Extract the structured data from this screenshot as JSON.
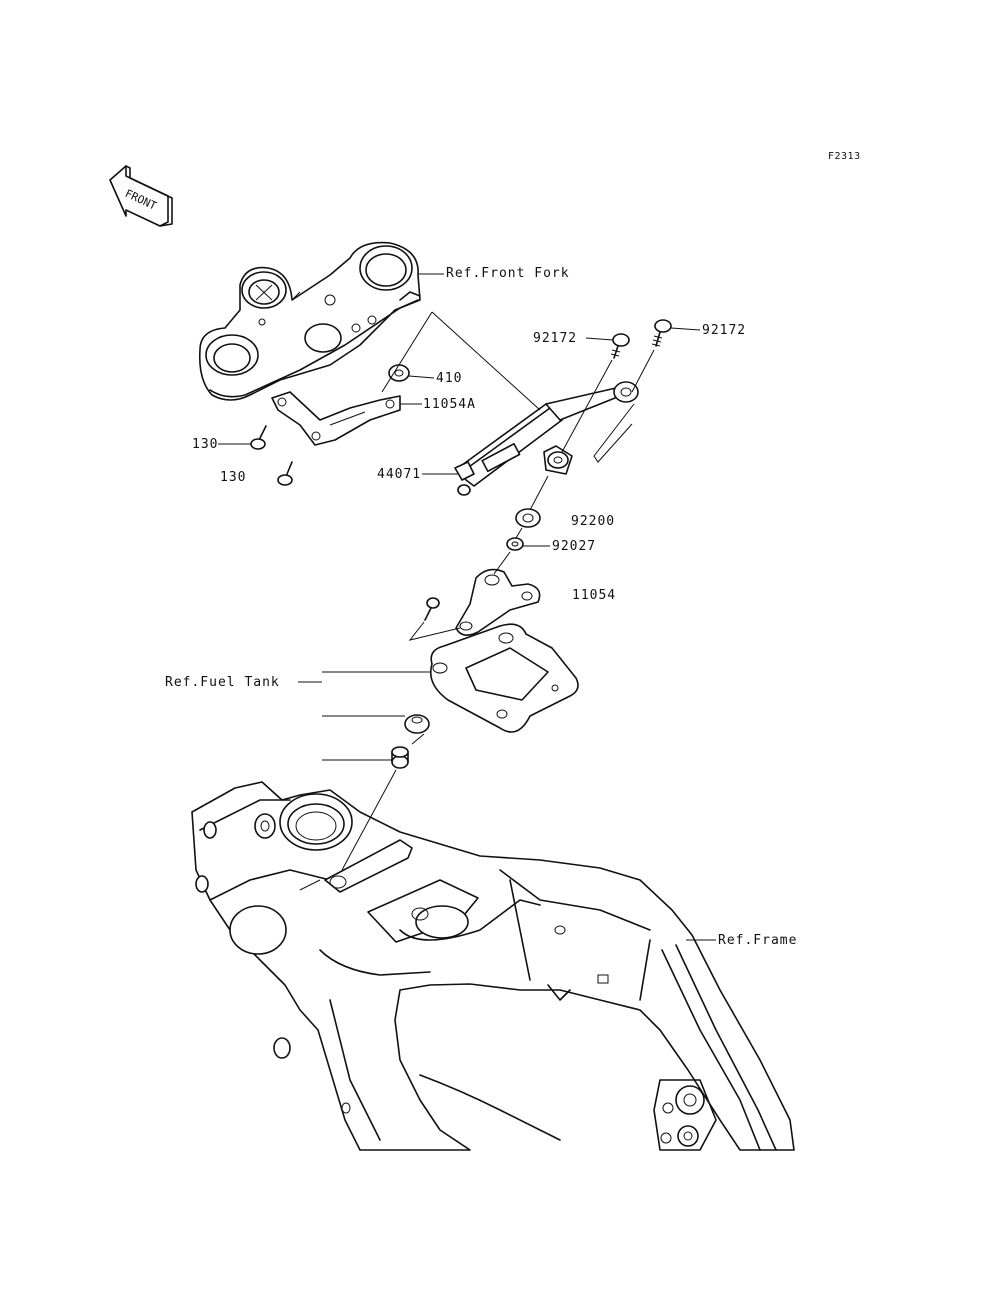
{
  "diagram_id": "F2313",
  "front_marker": "FRONT",
  "labels": {
    "ref_front_fork": "Ref.Front Fork",
    "part_410": "410",
    "part_11054A": "11054A",
    "part_130a": "130",
    "part_130b": "130",
    "part_44071": "44071",
    "part_92172a": "92172",
    "part_92172b": "92172",
    "part_92200": "92200",
    "part_92027": "92027",
    "part_11054": "11054",
    "ref_fuel_tank": "Ref.Fuel Tank",
    "ref_frame": "Ref.Frame"
  }
}
